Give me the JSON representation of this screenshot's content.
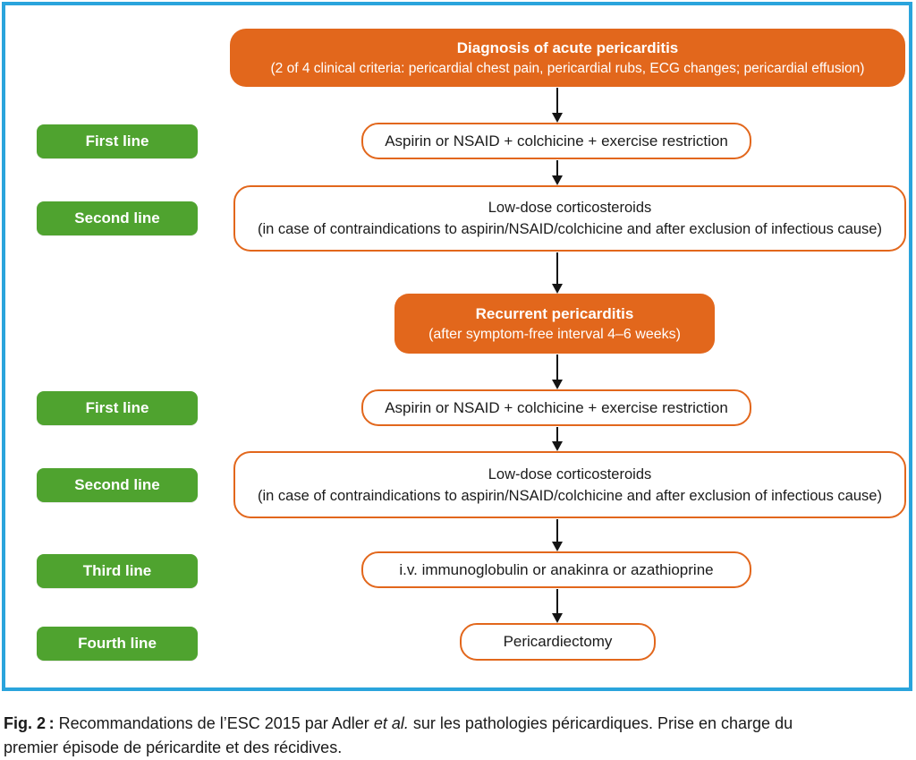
{
  "colors": {
    "orange": "#E2671C",
    "green": "#4FA32F",
    "frame_blue": "#2AA4DC",
    "text_dark": "#1b1b1b"
  },
  "flow": {
    "diagnosis_title": "Diagnosis of acute pericarditis",
    "diagnosis_subtitle": "(2 of 4 clinical criteria: pericardial chest pain, pericardial rubs, ECG changes; pericardial effusion)",
    "recurrent_title": "Recurrent pericarditis",
    "recurrent_subtitle": "(after symptom-free interval 4–6 weeks)",
    "labels": {
      "first": "First line",
      "second": "Second line",
      "third": "Third line",
      "fourth": "Fourth line"
    },
    "treatments": {
      "first_line": "Aspirin or NSAID + colchicine + exercise restriction",
      "second_line_title": "Low-dose corticosteroids",
      "second_line_detail": "(in case of contraindications to aspirin/NSAID/colchicine and after exclusion of infectious cause)",
      "third_line": "i.v. immunoglobulin or anakinra or azathioprine",
      "fourth_line": "Pericardiectomy"
    }
  },
  "caption": {
    "figure_label": "Fig. 2 :",
    "text_part1": " Recommandations de l’ESC 2015 par Adler ",
    "etal": "et al.",
    "text_part2a": " sur les pathologies péricardiques. Prise en charge du",
    "text_part2b": "premier épisode de péricardite et des récidives."
  }
}
